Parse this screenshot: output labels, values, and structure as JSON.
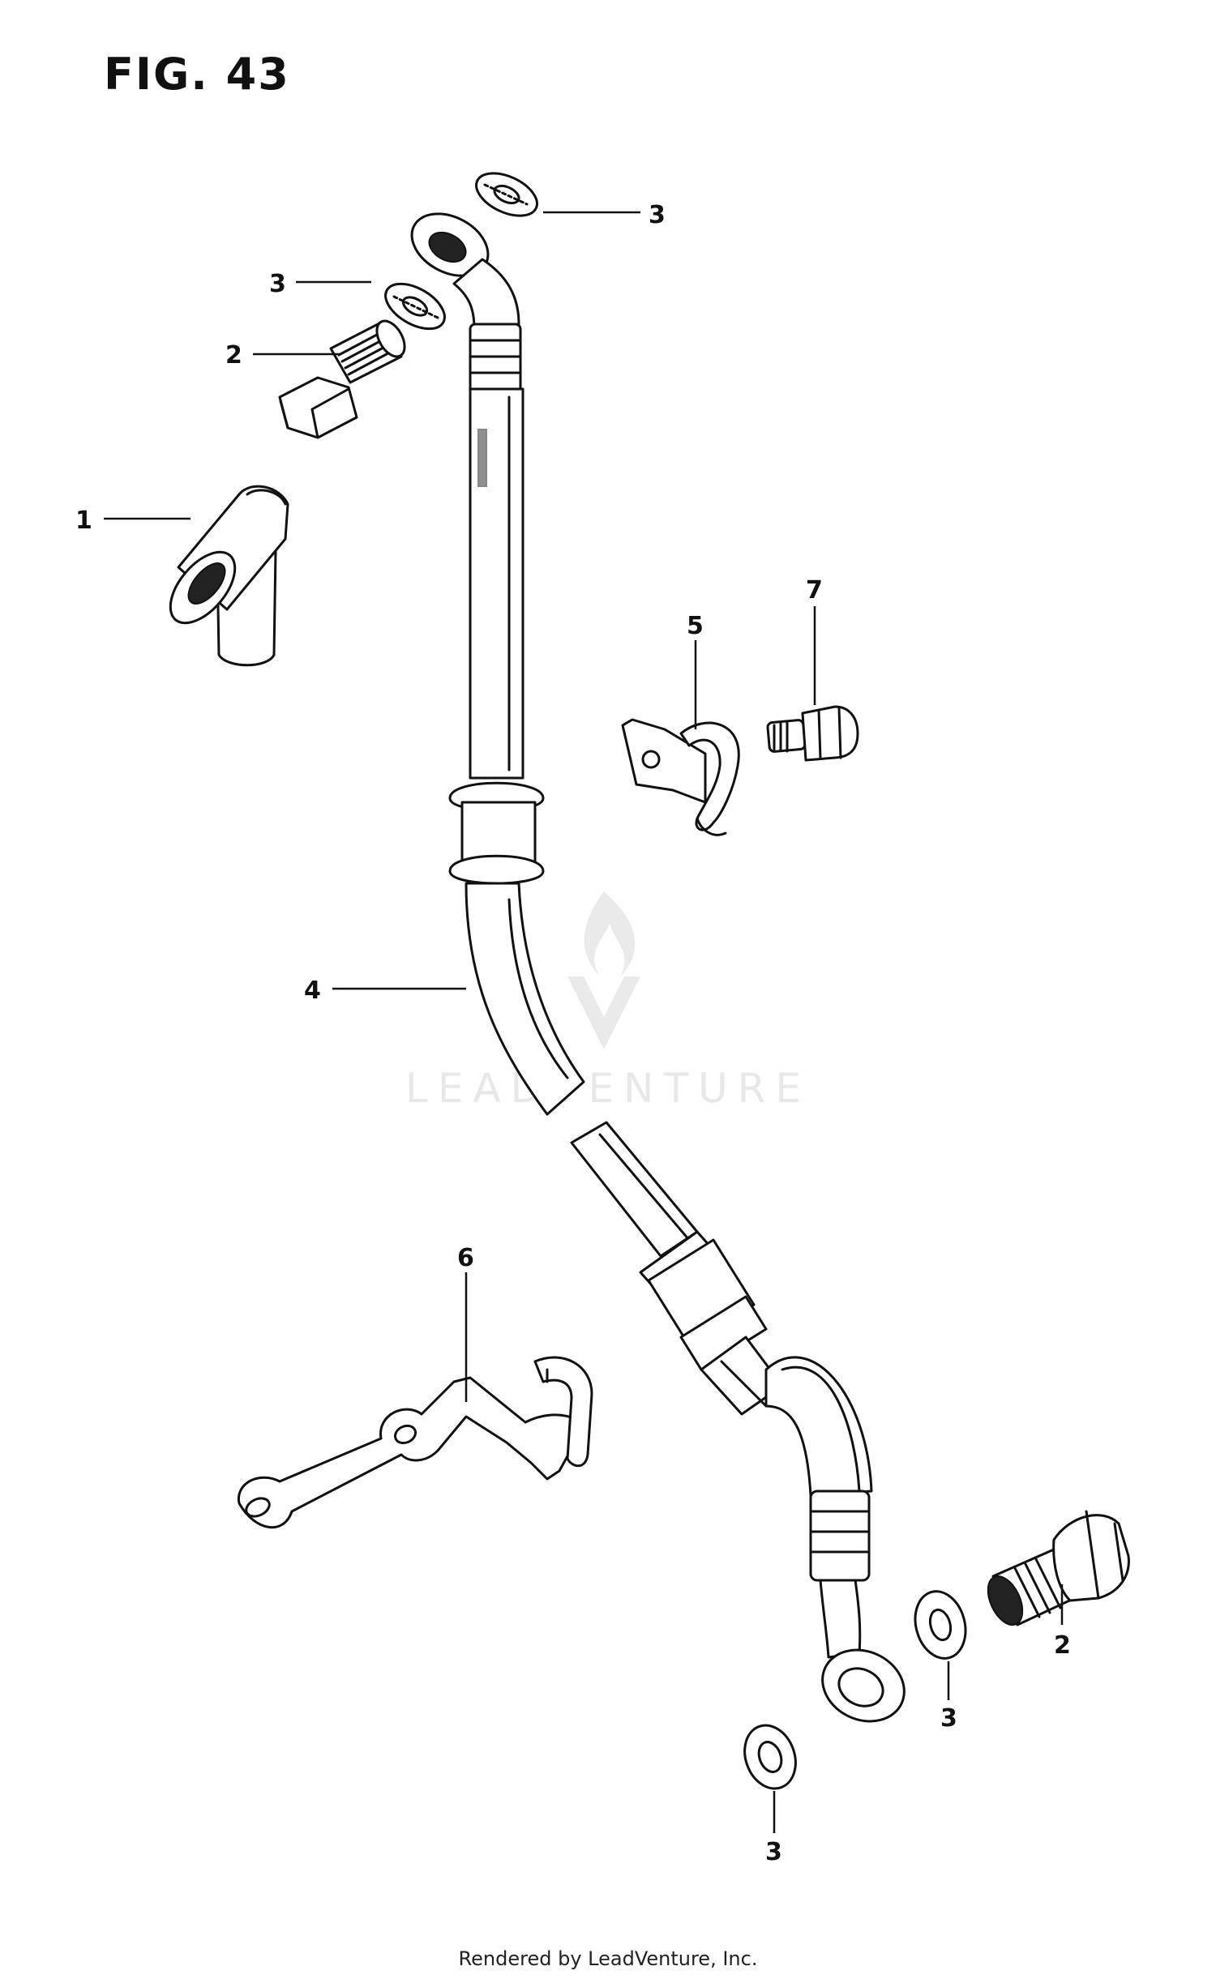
{
  "figure": {
    "title": "FIG. 43",
    "footer": "Rendered by LeadVenture, Inc.",
    "watermark": "LEADVENTURE"
  },
  "callouts": [
    {
      "id": "c3a",
      "label": "3",
      "part": "washer"
    },
    {
      "id": "c3b",
      "label": "3",
      "part": "washer"
    },
    {
      "id": "c2a",
      "label": "2",
      "part": "union-bolt"
    },
    {
      "id": "c1",
      "label": "1",
      "part": "boot"
    },
    {
      "id": "c7",
      "label": "7",
      "part": "bolt"
    },
    {
      "id": "c5",
      "label": "5",
      "part": "clamp"
    },
    {
      "id": "c4",
      "label": "4",
      "part": "brake-hose"
    },
    {
      "id": "c6",
      "label": "6",
      "part": "hose-bracket"
    },
    {
      "id": "c2b",
      "label": "2",
      "part": "union-bolt"
    },
    {
      "id": "c3c",
      "label": "3",
      "part": "washer"
    },
    {
      "id": "c3d",
      "label": "3",
      "part": "washer"
    }
  ]
}
